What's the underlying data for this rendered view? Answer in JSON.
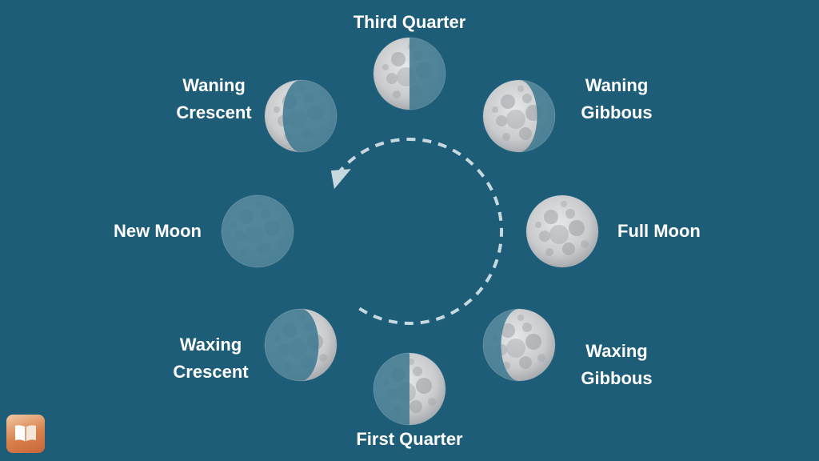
{
  "colors": {
    "background": "#1e5d78",
    "moon_lit": "#c9cbcd",
    "moon_dark_tint": "#3f7a92",
    "arrow": "#c8d8df",
    "label_text": "#ffffff"
  },
  "phases": [
    {
      "id": "new-moon",
      "label_lines": [
        "New Moon"
      ],
      "illumination": 0,
      "lit_side": "none"
    },
    {
      "id": "waxing-crescent",
      "label_lines": [
        "Waxing",
        "Crescent"
      ],
      "illumination": 0.25,
      "lit_side": "right"
    },
    {
      "id": "first-quarter",
      "label_lines": [
        "First Quarter"
      ],
      "illumination": 0.5,
      "lit_side": "right"
    },
    {
      "id": "waxing-gibbous",
      "label_lines": [
        "Waxing",
        "Gibbous"
      ],
      "illumination": 0.75,
      "lit_side": "right"
    },
    {
      "id": "full-moon",
      "label_lines": [
        "Full Moon"
      ],
      "illumination": 1,
      "lit_side": "all"
    },
    {
      "id": "waning-gibbous",
      "label_lines": [
        "Waning",
        "Gibbous"
      ],
      "illumination": 0.75,
      "lit_side": "left"
    },
    {
      "id": "third-quarter",
      "label_lines": [
        "Third Quarter"
      ],
      "illumination": 0.5,
      "lit_side": "left"
    },
    {
      "id": "waning-crescent",
      "label_lines": [
        "Waning",
        "Crescent"
      ],
      "illumination": 0.25,
      "lit_side": "left"
    }
  ],
  "cycle_arrow": {
    "direction": "counter-clockwise",
    "style": "dashed"
  },
  "logo": {
    "icon": "open-book-icon"
  }
}
